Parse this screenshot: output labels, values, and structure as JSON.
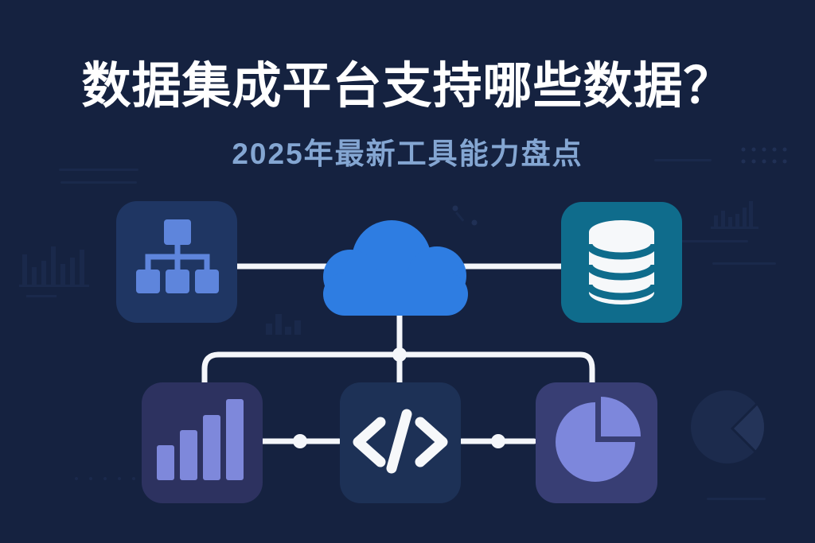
{
  "header": {
    "title": "数据集成平台支持哪些数据？",
    "subtitle": "2025年最新工具能力盘点"
  },
  "colors": {
    "background": "#152240",
    "title": "#ffffff",
    "subtitle": "#84a6d2",
    "connector": "#f4f6fa",
    "cloud": "#2e7de2",
    "hierarchy_box": "#1f3663",
    "hierarchy_icon": "#5e85dc",
    "database_box": "#0f6c8c",
    "database_icon": "#f6f8fa",
    "barchart_box": "#2d3260",
    "barchart_icon": "#7e88db",
    "code_box": "#1d3156",
    "code_icon": "#f6f8fa",
    "pie_box": "#383e74",
    "pie_icon": "#7d87dc",
    "deco": "#1f3054",
    "deco_dot": "#2b3d66",
    "deco_circle": "#1c2b4d",
    "deco_wedge": "#243459"
  },
  "diagram": {
    "nodes": [
      {
        "id": "data-sources",
        "position": "top-left",
        "icon": "sitemap-hierarchy-icon"
      },
      {
        "id": "cloud-platform",
        "position": "top-center",
        "icon": "cloud-icon"
      },
      {
        "id": "database",
        "position": "top-right",
        "icon": "database-icon"
      },
      {
        "id": "bar-chart",
        "position": "bottom-left",
        "icon": "bar-chart-icon"
      },
      {
        "id": "code",
        "position": "bottom-center",
        "icon": "code-icon"
      },
      {
        "id": "pie-chart",
        "position": "bottom-right",
        "icon": "pie-chart-icon"
      }
    ],
    "decorations": [
      "faint-bar-charts",
      "dot-grids",
      "faint-lines",
      "pie-notch-circle"
    ]
  }
}
